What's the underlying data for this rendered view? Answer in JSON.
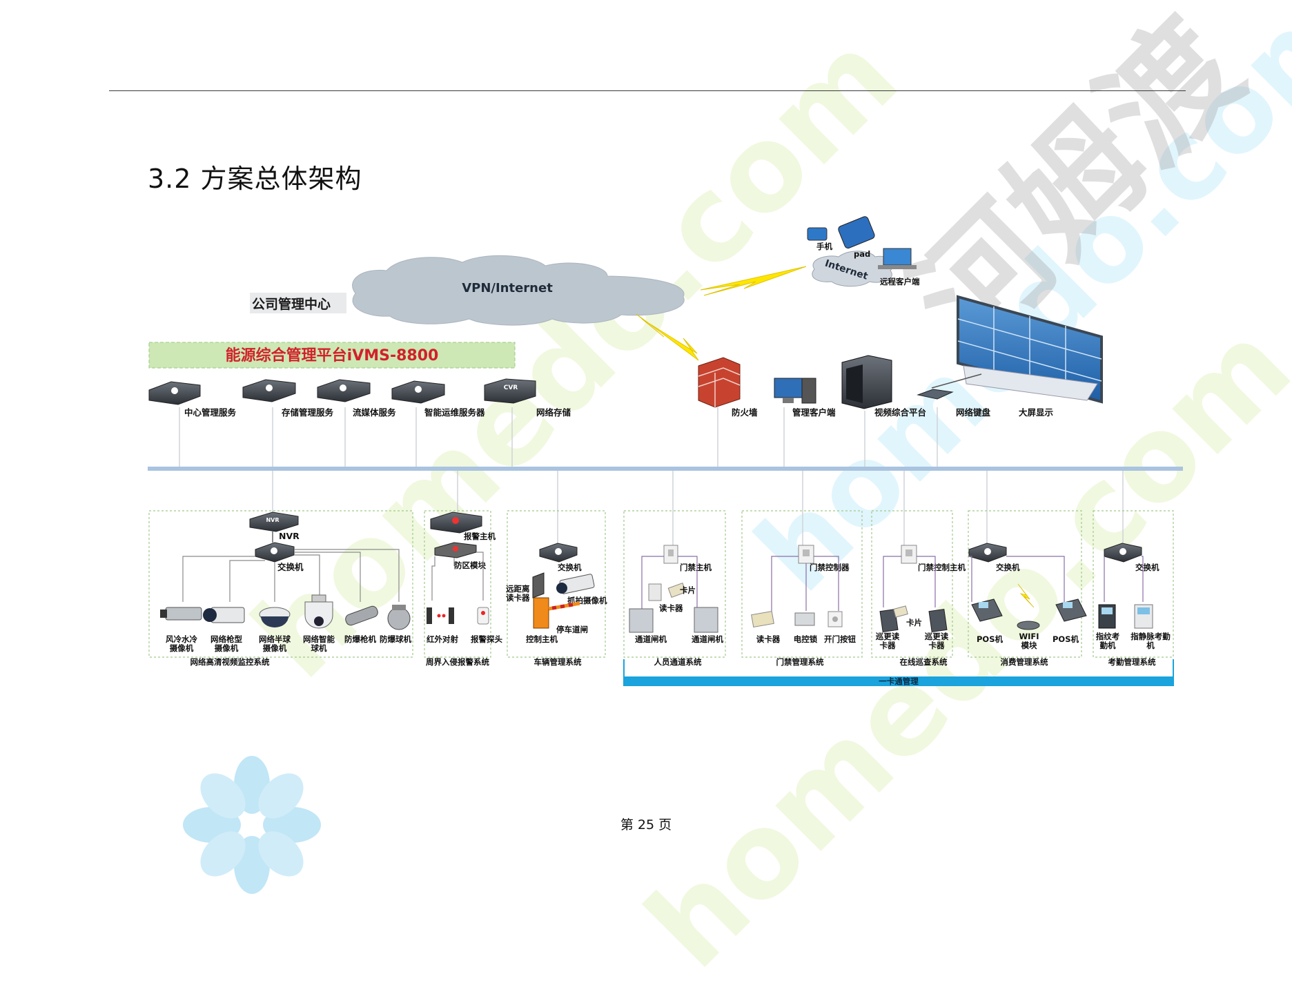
{
  "page": {
    "heading": "3.2 方案总体架构",
    "page_number_prefix": "第",
    "page_number": "25",
    "page_number_suffix": "页",
    "watermark_text_cn": "河姆渡",
    "watermark_text_en": "homedo.com"
  },
  "diagram": {
    "cloud_label": "VPN/Internet",
    "mgmt_center": "公司管理中心",
    "platform_banner": "能源综合管理平台iVMS-8800",
    "remote": {
      "phone": "手机",
      "pad": "pad",
      "internet": "Internet",
      "remote_client": "远程客户端"
    },
    "servers": [
      {
        "label": "中心管理服务",
        "icon": "server-icon"
      },
      {
        "label": "存储管理服务",
        "icon": "server-icon"
      },
      {
        "label": "流媒体服务",
        "icon": "server-icon"
      },
      {
        "label": "智能运维服务器",
        "icon": "server-icon"
      },
      {
        "label": "网络存储",
        "icon": "cvr-storage-icon",
        "badge": "CVR"
      }
    ],
    "right_devices": [
      {
        "label": "防火墙",
        "icon": "firewall-icon"
      },
      {
        "label": "管理客户端",
        "icon": "pc-client-icon"
      },
      {
        "label": "视频综合平台",
        "icon": "video-platform-icon"
      },
      {
        "label": "网络键盘",
        "icon": "keyboard-icon"
      },
      {
        "label": "大屏显示",
        "icon": "video-wall-icon"
      }
    ],
    "video_system": {
      "name": "网络高清视频监控系统",
      "nvr_badge": "NVR",
      "nvr": "NVR",
      "switch": "交换机",
      "cameras": [
        "风冷水冷\n摄像机",
        "网络枪型\n摄像机",
        "网络半球\n摄像机",
        "网络智能\n球机",
        "防爆枪机",
        "防爆球机"
      ]
    },
    "perimeter_system": {
      "name": "周界入侵报警系统",
      "alarm_host": "报警主机",
      "zone_module": "防区模块",
      "ir_beam": "红外对射",
      "alarm_probe": "报警探头"
    },
    "vehicle_system": {
      "name": "车辆管理系统",
      "switch": "交换机",
      "long_reader": "远距离\n读卡器",
      "snap_camera": "抓拍摄像机",
      "barrier": "停车道闸",
      "controller": "控制主机"
    },
    "personnel_system": {
      "name": "人员通道系统",
      "door_host": "门禁主机",
      "card": "卡片",
      "reader": "读卡器",
      "gate_left": "通道闸机",
      "gate_right": "通道闸机"
    },
    "access_system": {
      "name": "门禁管理系统",
      "controller": "门禁控制器",
      "reader": "读卡器",
      "lock": "电控锁",
      "button": "开门按钮"
    },
    "patrol_system": {
      "name": "在线巡查系统",
      "controller": "门禁控制主机",
      "card": "卡片",
      "reader1": "巡更读\n卡器",
      "reader2": "巡更读\n卡器"
    },
    "consume_system": {
      "name": "消费管理系统",
      "switch": "交换机",
      "pos1": "POS机",
      "wifi": "WIFI\n模块",
      "pos2": "POS机"
    },
    "attendance_system": {
      "name": "考勤管理系统",
      "switch": "交换机",
      "fp": "指纹考\n勤机",
      "vein": "指静脉考勤\n机"
    },
    "card_bar": "一卡通管理"
  },
  "colors": {
    "banner_bg": "#cde8b5",
    "banner_text": "#d2212a",
    "cloud": "#b9c3cc",
    "bus": "#a9c3e0",
    "card_bar": "#1aa3dc",
    "lightning": "#ffe600"
  }
}
